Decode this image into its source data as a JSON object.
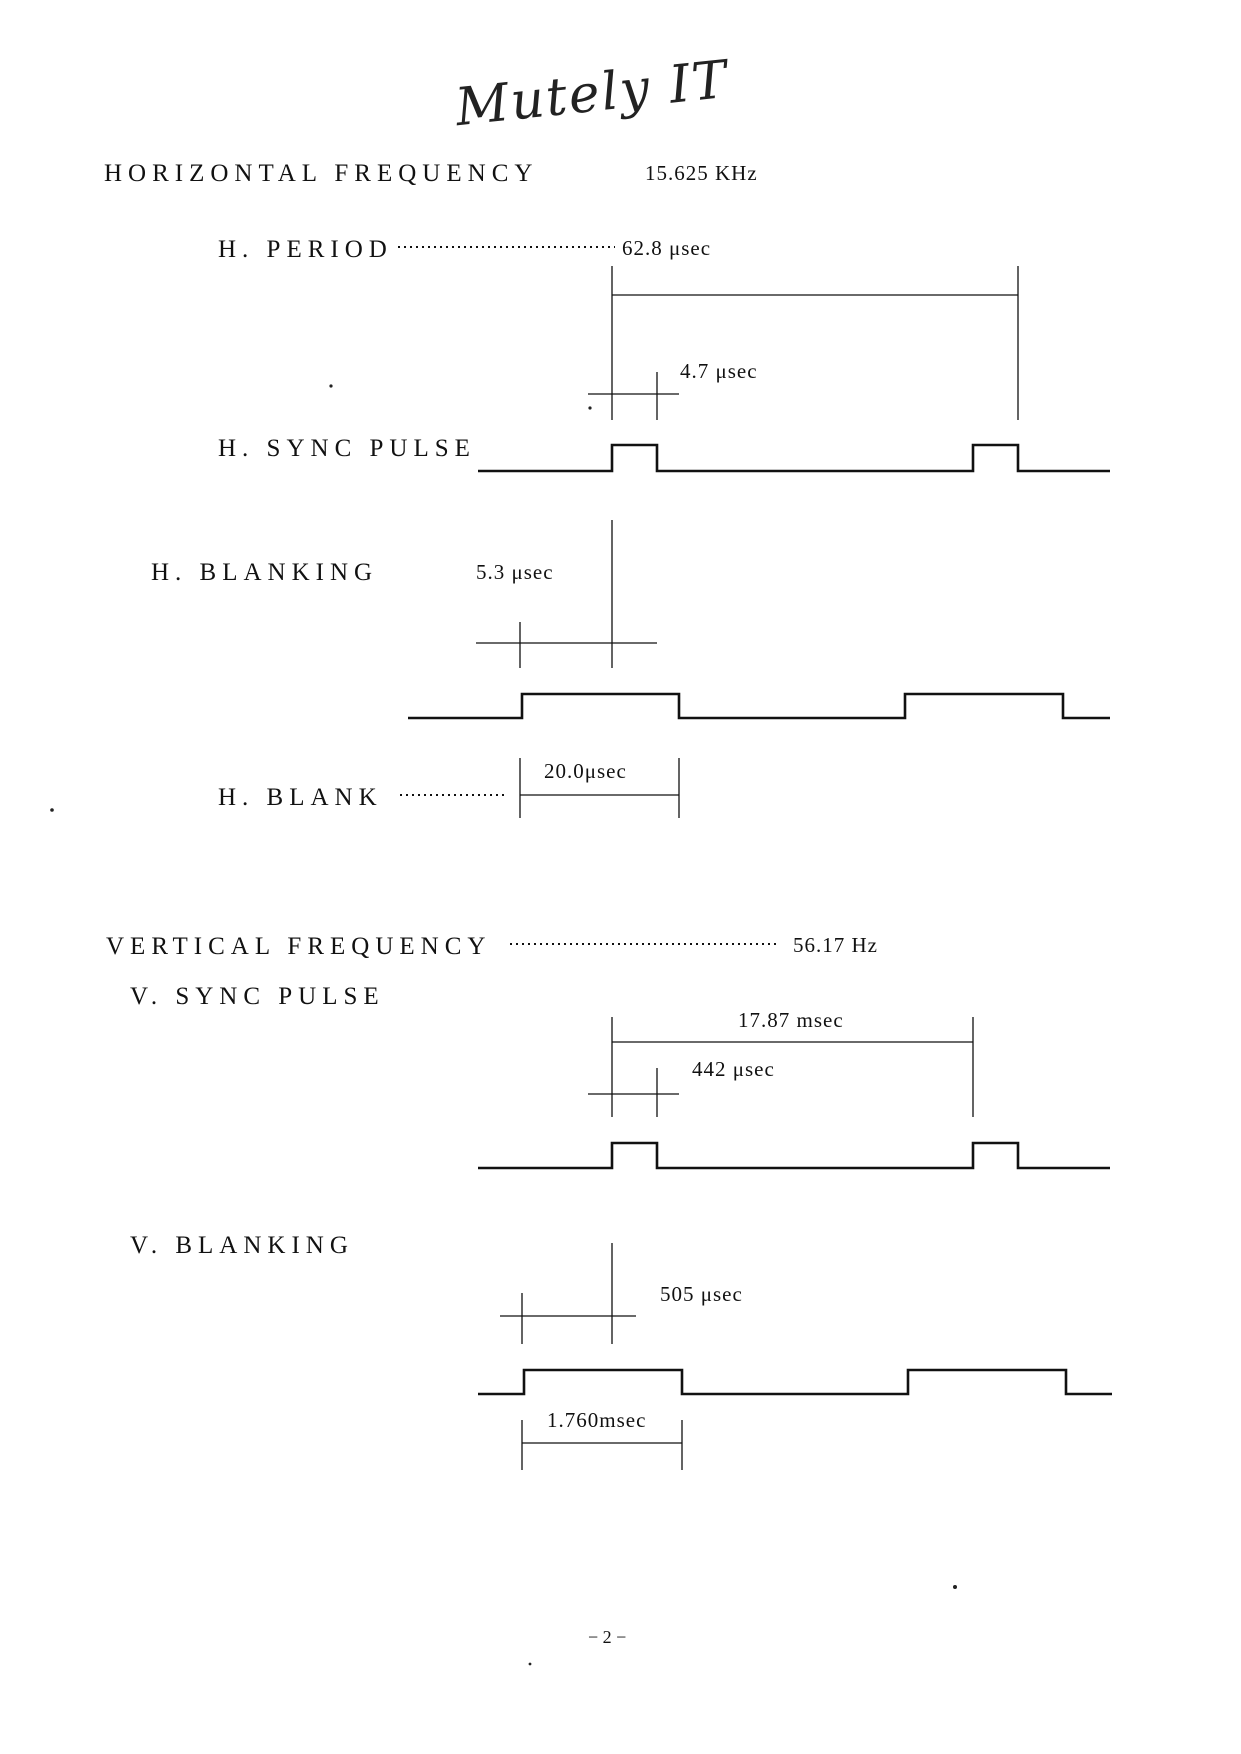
{
  "signature": "Mutely IT",
  "horizontal": {
    "title": "HORIZONTAL  FREQUENCY",
    "frequency": "15.625 KHz",
    "period_label": "H. PERIOD",
    "period_value": "62.8  μsec",
    "sync_label": "H. SYNC  PULSE",
    "sync_width": "4.7  μsec",
    "blanking_label": "H. BLANKING",
    "blanking_offset": "5.3  μsec",
    "blank_label": "H. BLANK",
    "blank_value": "20.0μsec"
  },
  "vertical": {
    "title": "VERTICAL  FREQUENCY",
    "frequency": "56.17 Hz",
    "sync_label": "V. SYNC  PULSE",
    "period_value": "17.87 msec",
    "sync_width": "442  μsec",
    "blanking_label": "V. BLANKING",
    "blanking_offset": "505  μsec",
    "blank_value": "1.760msec"
  },
  "footer": {
    "page_number": "− 2 −"
  }
}
